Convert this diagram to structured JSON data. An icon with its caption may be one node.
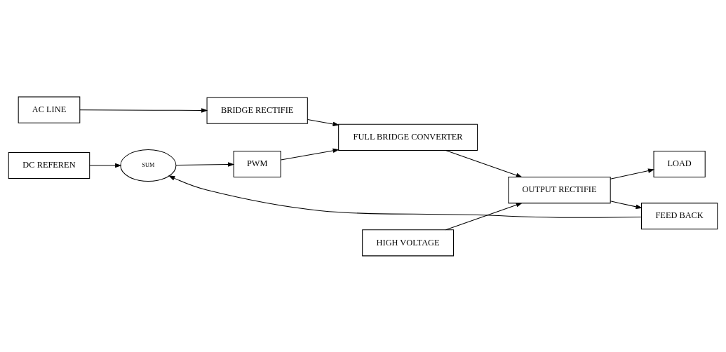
{
  "diagram": {
    "nodes": [
      {
        "text": [
          "AC LINE"
        ]
      },
      {
        "text": [
          "BRIDGE RECTIFIE"
        ]
      },
      {
        "text": [
          "HIGH VOLTAGE"
        ]
      },
      {
        "text": [
          "DC REFEREN"
        ]
      },
      {
        "text": [
          "SUM"
        ]
      },
      {
        "text": [
          "PWM"
        ]
      },
      {
        "text": [
          "FULL BRIDGE CONVERTER"
        ]
      },
      {
        "text": [
          "OUTPUT RECTIFIE"
        ]
      },
      {
        "text": [
          "LOAD"
        ]
      },
      {
        "text": [
          "FEED BACK"
        ]
      }
    ],
    "edges": [
      {
        "from": 0,
        "to": 1,
        "arrow": "to"
      },
      {
        "from": 1,
        "to": 6,
        "arrow": "to"
      },
      {
        "from": 2,
        "to": 7,
        "arrow": "to"
      },
      {
        "from": 3,
        "to": 4,
        "arrow": "to"
      },
      {
        "from": 4,
        "to": 5,
        "arrow": "to"
      },
      {
        "from": 5,
        "to": 6,
        "arrow": "to"
      },
      {
        "from": 6,
        "to": 7,
        "arrow": "to"
      },
      {
        "from": 7,
        "to": 8,
        "arrow": "to"
      },
      {
        "from": 7,
        "to": 9,
        "arrow": "to"
      },
      {
        "from": 9,
        "to": 4,
        "arrow": "to"
      }
    ]
  }
}
